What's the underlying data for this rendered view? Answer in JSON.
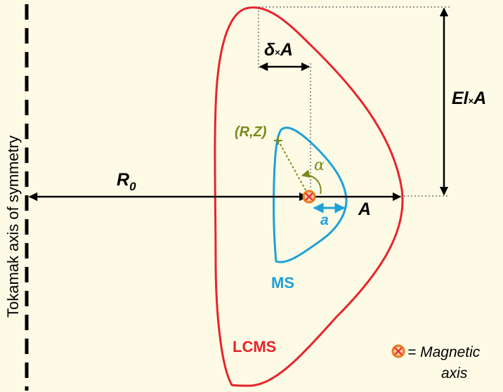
{
  "labels": {
    "axis_of_symmetry": "Tokamak axis of symmetry",
    "major_radius": "R",
    "major_radius_sub": "0",
    "minor_radius_outer": "A",
    "minor_radius_inner": "a",
    "triangularity_delta": "δ",
    "triangularity_times": "×",
    "triangularity_A": "A",
    "elongation_El": "El",
    "elongation_times": "×",
    "elongation_A": "A",
    "point_RZ": "(R,Z)",
    "angle": "α",
    "ms": "MS",
    "lcms": "LCMS",
    "legend_eq": "= Magnetic",
    "legend_axis": "axis"
  },
  "colors": {
    "background": "#fdfbe6",
    "lcms": "#e8242a",
    "ms": "#1ea0d8",
    "point": "#7a8a1a",
    "arrow": "#000000",
    "magnetic_axis": "#f07a1a"
  },
  "icons": {
    "magnetic_axis": "circle-x-icon"
  }
}
